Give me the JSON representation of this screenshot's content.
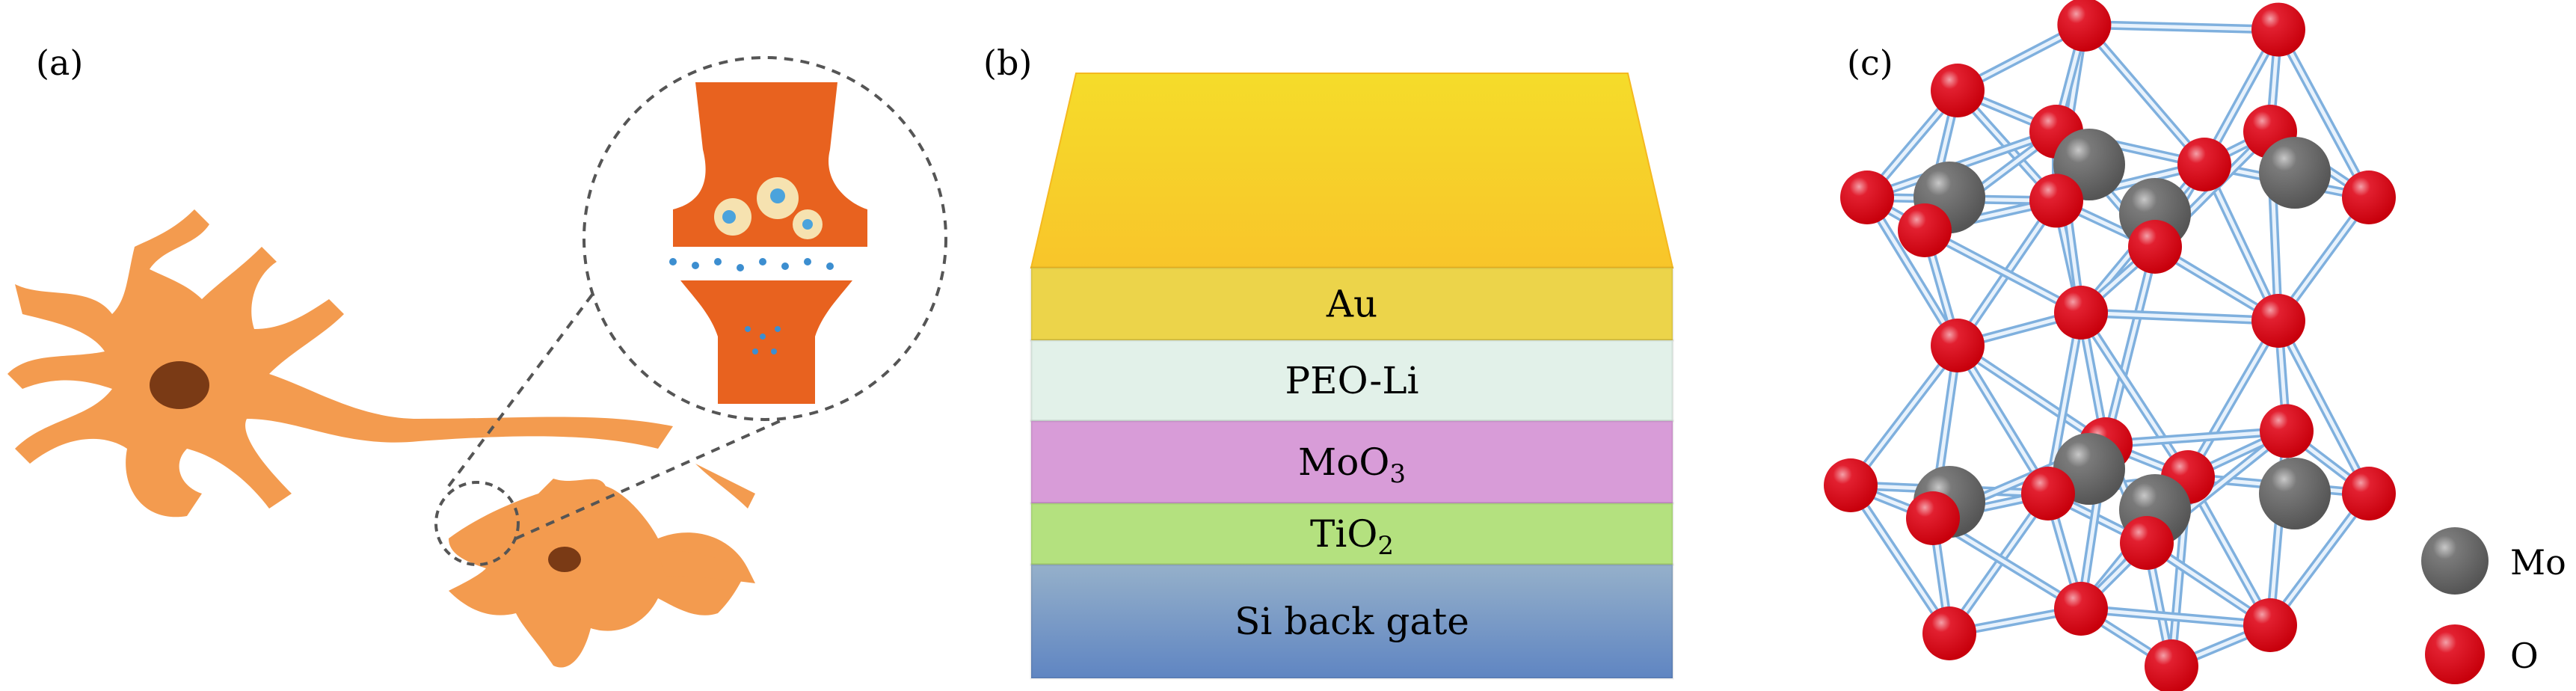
{
  "panels": {
    "a": {
      "label": "(a)"
    },
    "b": {
      "label": "(b)",
      "layers": [
        {
          "name": "Au",
          "sub": "",
          "color": "#ecd44a"
        },
        {
          "name": "PEO-Li",
          "sub": "",
          "color": "#e2f1e9"
        },
        {
          "name": "MoO",
          "sub": "3",
          "color": "#d89cd8"
        },
        {
          "name": "TiO",
          "sub": "2",
          "color": "#b4e17f"
        },
        {
          "name": "Si back gate",
          "sub": "",
          "color": "#8aa7cb"
        }
      ]
    },
    "c": {
      "label": "(c)",
      "legend": [
        {
          "label": "Mo",
          "color": "#5e5e5e"
        },
        {
          "label": "O",
          "color": "#d9000f"
        }
      ]
    }
  }
}
